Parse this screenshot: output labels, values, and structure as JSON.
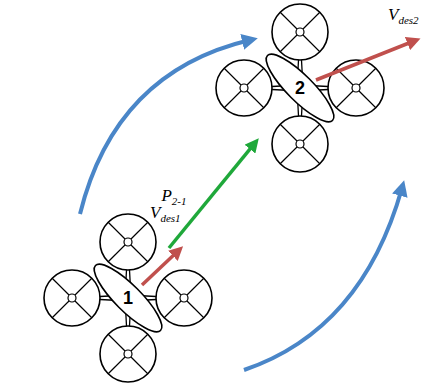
{
  "diagram": {
    "nodes": [
      {
        "text": [
          "1"
        ]
      },
      {
        "text": [
          "2"
        ]
      }
    ],
    "edges": [
      {
        "from": 0,
        "to": 1,
        "arrow": "to",
        "label": "P2-1"
      }
    ],
    "labels": [
      "Vdes1",
      "Vdes2"
    ]
  }
}
